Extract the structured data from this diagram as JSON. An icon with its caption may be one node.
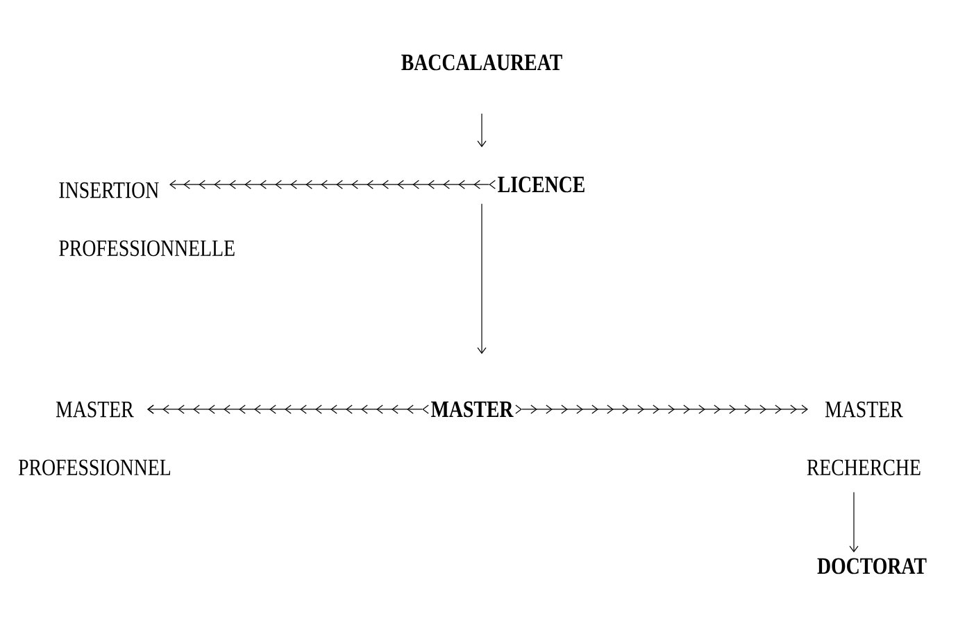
{
  "diagram": {
    "nodes": [
      {
        "text": [
          "BACCALAUREAT"
        ]
      },
      {
        "text": [
          "LICENCE"
        ]
      },
      {
        "text": [
          "INSERTION PROFESSIONNELLE"
        ]
      },
      {
        "text": [
          "MASTER"
        ]
      },
      {
        "text": [
          "MASTER PROFESSIONNEL"
        ]
      },
      {
        "text": [
          "MASTER RECHERCHE"
        ]
      },
      {
        "text": [
          "DOCTORAT"
        ]
      }
    ],
    "edges": [
      {
        "from": 0,
        "to": 1,
        "arrow": "to"
      },
      {
        "from": 1,
        "to": 2,
        "arrow": "to"
      },
      {
        "from": 1,
        "to": 3,
        "arrow": "to"
      },
      {
        "from": 3,
        "to": 4,
        "arrow": "to"
      },
      {
        "from": 3,
        "to": 5,
        "arrow": "to"
      },
      {
        "from": 5,
        "to": 6,
        "arrow": "to"
      }
    ]
  }
}
